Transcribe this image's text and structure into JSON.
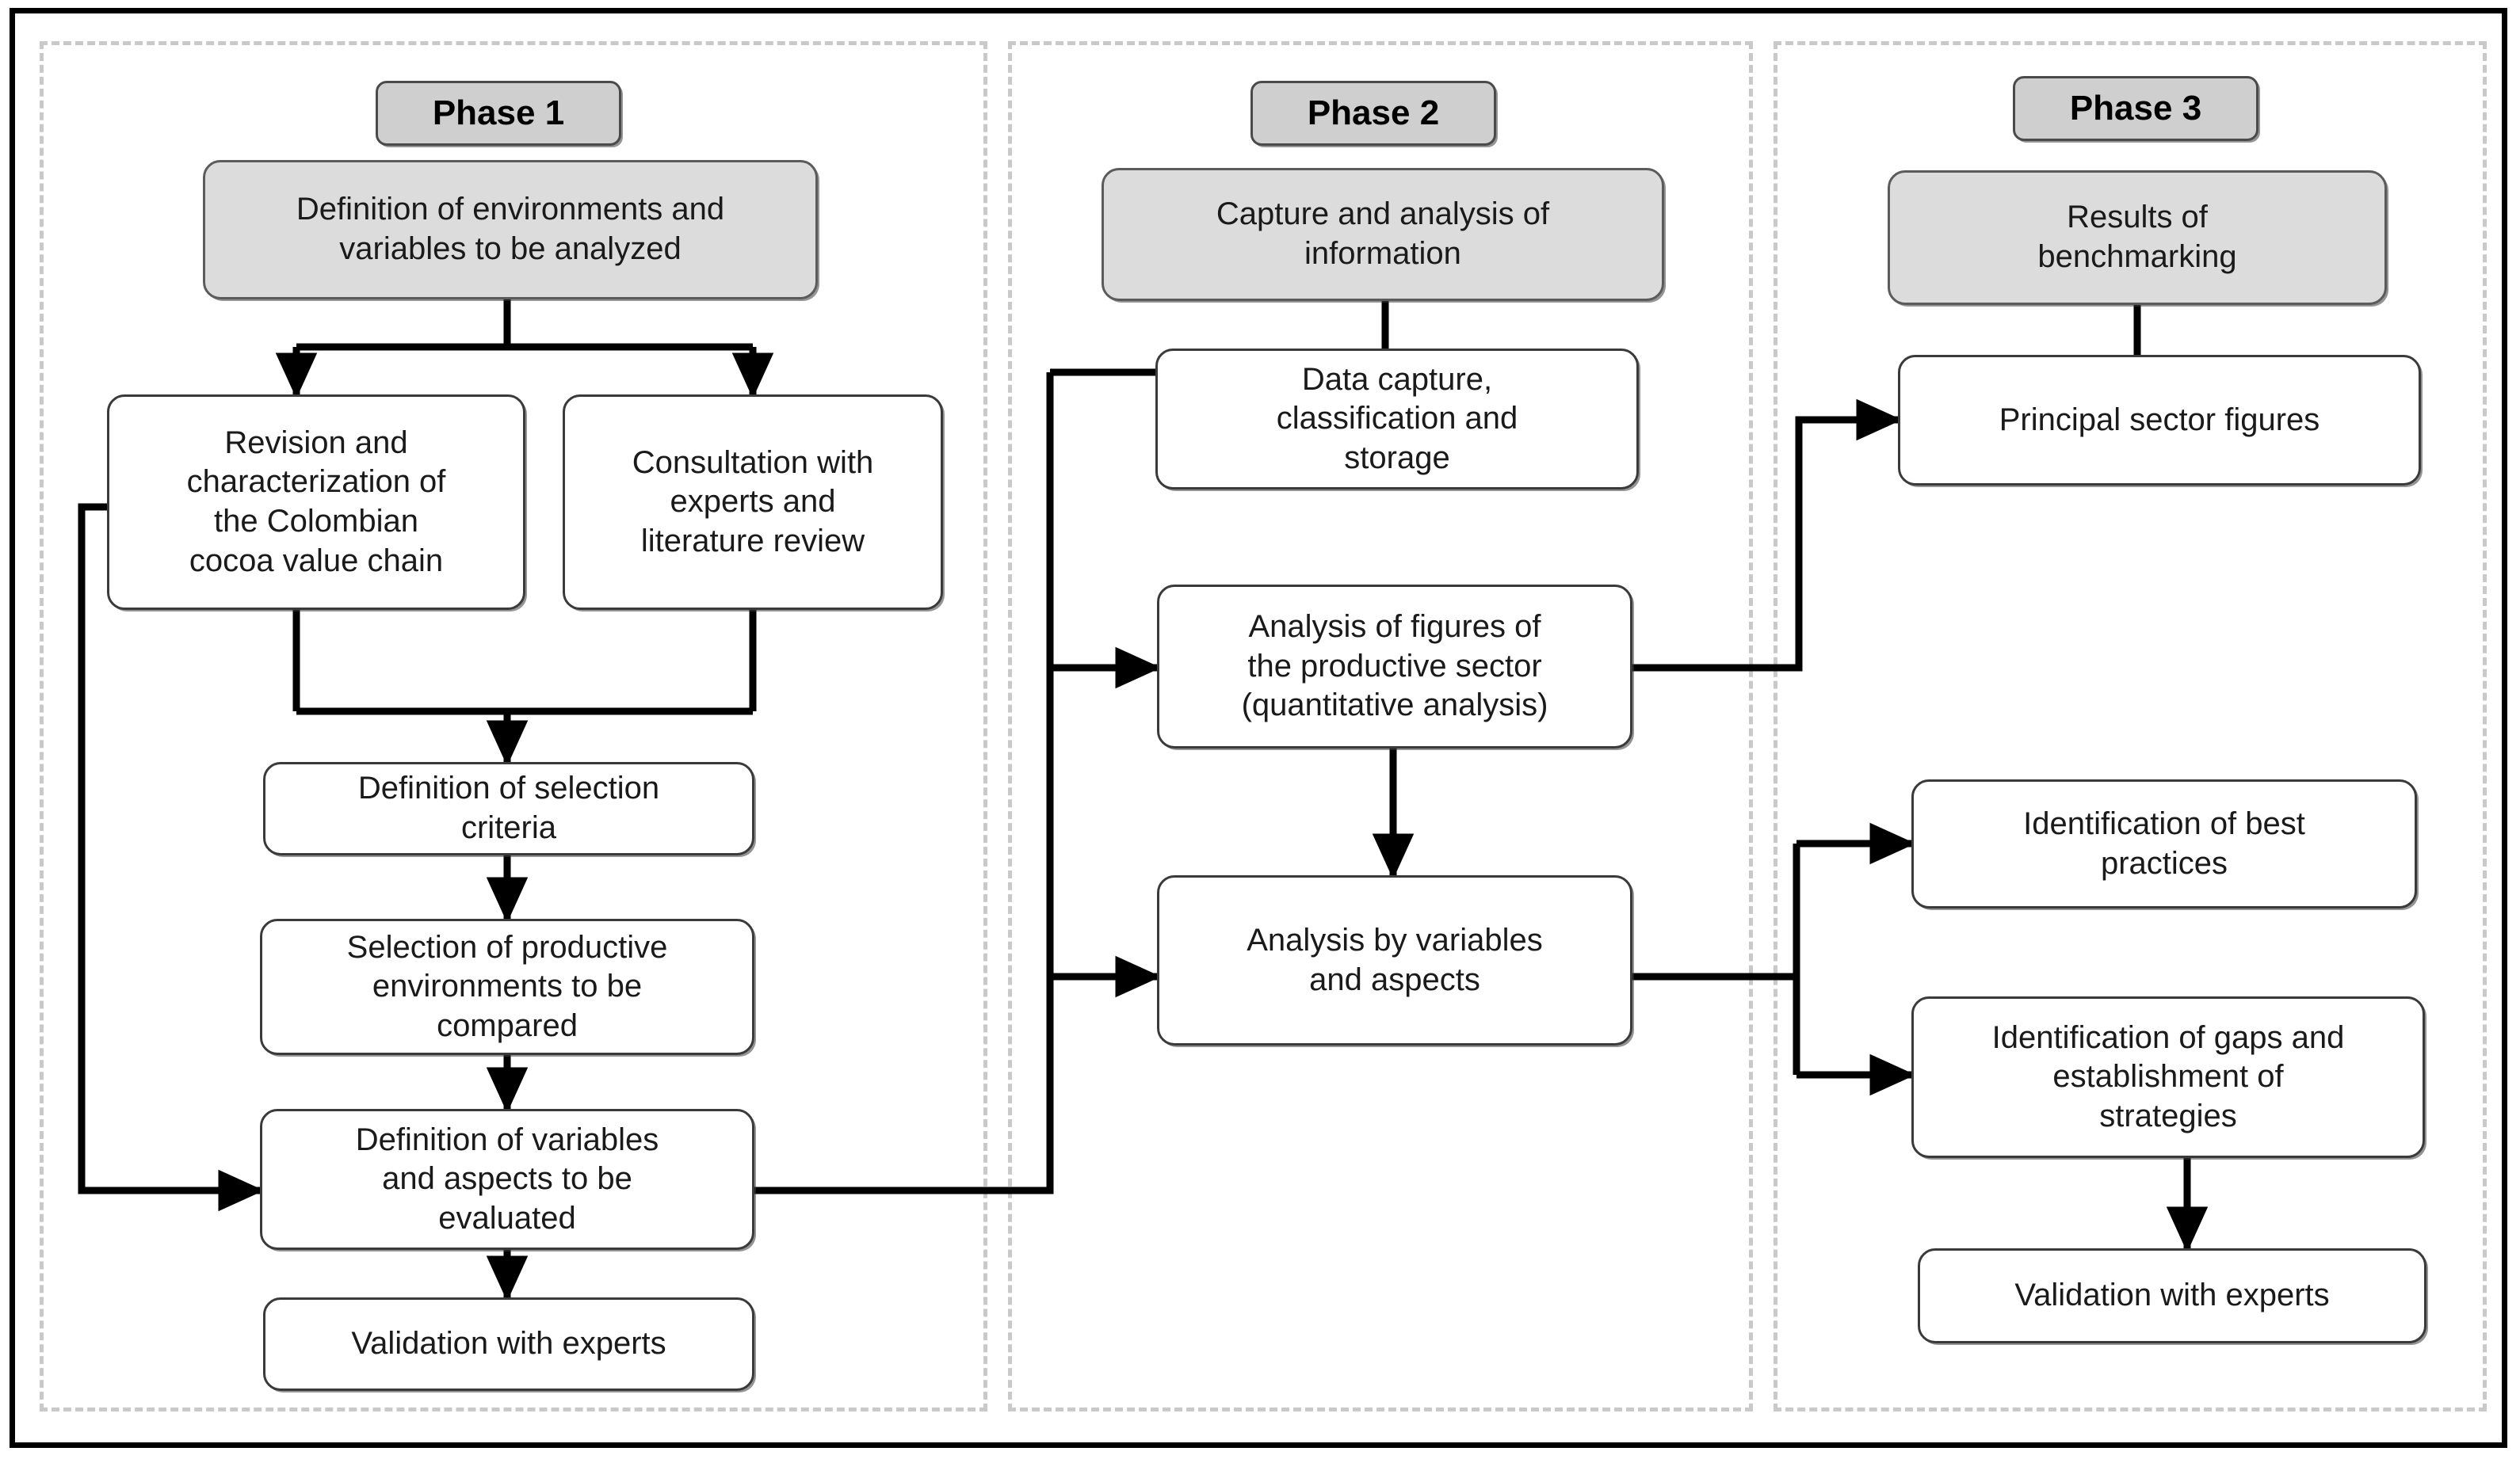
{
  "diagram": {
    "title_present": false,
    "colors": {
      "frame": "#000000",
      "panel_dash": "#c9c9c9",
      "node_border": "#3a3a3a",
      "node_fill": "#ffffff",
      "shaded_fill": "#dcdcdc",
      "phase_label_fill": "#cfcfcf",
      "connector": "#000000"
    },
    "phases": [
      {
        "id": "phase-1",
        "label": "Phase 1",
        "header": "Definition of environments and variables to be analyzed",
        "nodes": [
          "Revision and characterization of the Colombian cocoa value  chain",
          "Consultation with experts and literature review",
          "Definition of selection criteria",
          "Selection of productive environments to be compared",
          "Definition of variables and aspects to be evaluated",
          "Validation with experts"
        ]
      },
      {
        "id": "phase-2",
        "label": "Phase 2",
        "header": "Capture and analysis of information",
        "nodes": [
          "Data capture, classification and storage",
          "Analysis of figures of the productive sector (quantitative analysis)",
          "Analysis by variables and aspects"
        ]
      },
      {
        "id": "phase-3",
        "label": "Phase 3",
        "header": "Results of benchmarking",
        "nodes": [
          "Principal sector figures",
          "Identification of best practices",
          "Identification of gaps and establishment of strategies",
          "Validation with experts"
        ]
      }
    ],
    "boxes": {
      "p1_header": {
        "line1": "Definition of environments and",
        "line2": "variables to be analyzed"
      },
      "p1_revision": {
        "line1": "Revision and",
        "line2": "characterization of",
        "line3": "the Colombian",
        "line4": "cocoa value  chain"
      },
      "p1_consult": {
        "line1": "Consultation with",
        "line2": "experts and",
        "line3": "literature review"
      },
      "p1_criteria": {
        "line1": "Definition of selection",
        "line2": "criteria"
      },
      "p1_selection": {
        "line1": "Selection of productive",
        "line2": "environments to be",
        "line3": "compared"
      },
      "p1_variables": {
        "line1": "Definition of variables",
        "line2": "and aspects to be",
        "line3": "evaluated"
      },
      "p1_validation": {
        "line1": "Validation with experts"
      },
      "p2_header": {
        "line1": "Capture and analysis of",
        "line2": "information"
      },
      "p2_capture": {
        "line1": "Data capture,",
        "line2": "classification and",
        "line3": "storage"
      },
      "p2_figures": {
        "line1": "Analysis of figures of",
        "line2": "the productive sector",
        "line3": "(quantitative analysis)"
      },
      "p2_variables": {
        "line1": "Analysis by variables",
        "line2": "and aspects"
      },
      "p3_header": {
        "line1": "Results of",
        "line2": "benchmarking"
      },
      "p3_figures": {
        "line1": "Principal sector figures"
      },
      "p3_best": {
        "line1": "Identification of best",
        "line2": "practices"
      },
      "p3_gaps": {
        "line1": "Identification of gaps and",
        "line2": "establishment of",
        "line3": "strategies"
      },
      "p3_validation": {
        "line1": "Validation with experts"
      }
    },
    "labels": {
      "phase1": "Phase 1",
      "phase2": "Phase 2",
      "phase3": "Phase 3"
    }
  }
}
